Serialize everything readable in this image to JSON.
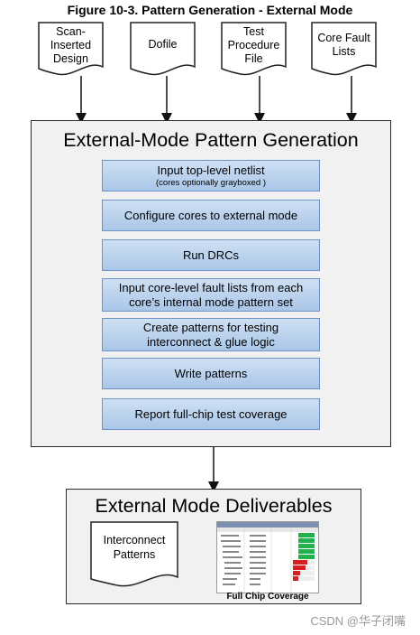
{
  "figure_title": "Figure 10-3. Pattern Generation - External Mode",
  "inputs": [
    {
      "label": "Scan-\nInserted\nDesign"
    },
    {
      "label": "Dofile"
    },
    {
      "label": "Test\nProcedure\nFile"
    },
    {
      "label": "Core Fault\nLists"
    }
  ],
  "process": {
    "title": "External-Mode Pattern Generation",
    "steps": [
      {
        "text": "Input top-level netlist",
        "sub": "(cores optionally grayboxed )"
      },
      {
        "text": "Configure cores to external mode"
      },
      {
        "text": "Run DRCs"
      },
      {
        "text": "Input core-level fault lists from each core’s internal mode pattern set"
      },
      {
        "text": "Create patterns for testing interconnect & glue logic"
      },
      {
        "text": "Write patterns"
      },
      {
        "text": "Report full-chip test coverage"
      }
    ]
  },
  "deliverables": {
    "title": "External Mode Deliverables",
    "interconnect_label": "Interconnect\nPatterns",
    "coverage_caption": "Full Chip Coverage"
  },
  "watermark": "CSDN @华子闭嘴",
  "colors": {
    "step_fill": "#bcd3ee",
    "step_border": "#6d94c4",
    "panel_fill": "#f1f1f1",
    "bar_green": "#22b14c",
    "bar_red": "#d42020"
  }
}
